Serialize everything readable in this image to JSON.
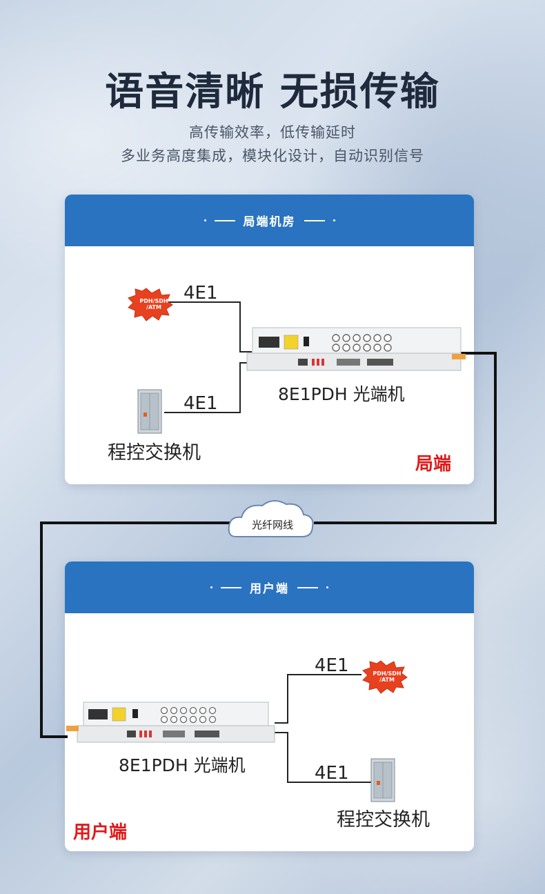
{
  "headline": "语音清晰 无损传输",
  "subtitle_line1": "高传输效率，低传输延时",
  "subtitle_line2": "多业务高度集成，模块化设计，自动识别信号",
  "top_card": {
    "title": "局端机房",
    "e1_top": "4E1",
    "e1_bottom": "4E1",
    "burst_line1": "PDH/SDH",
    "burst_line2": "/ATM",
    "device_label": "8E1PDH 光端机",
    "switch_label": "程控交换机",
    "corner_label": "局端"
  },
  "link_label": "光纤网线",
  "bottom_card": {
    "title": "用户端",
    "e1_top": "4E1",
    "e1_bottom": "4E1",
    "burst_line1": "PDH/SDH",
    "burst_line2": "/ATM",
    "device_label": "8E1PDH 光端机",
    "switch_label": "程控交换机",
    "corner_label": "用户端"
  },
  "colors": {
    "header_blue": "#2a73c0",
    "accent_red": "#e01818",
    "burst_red": "#e8411f",
    "fiber_orange": "#f0a040"
  }
}
